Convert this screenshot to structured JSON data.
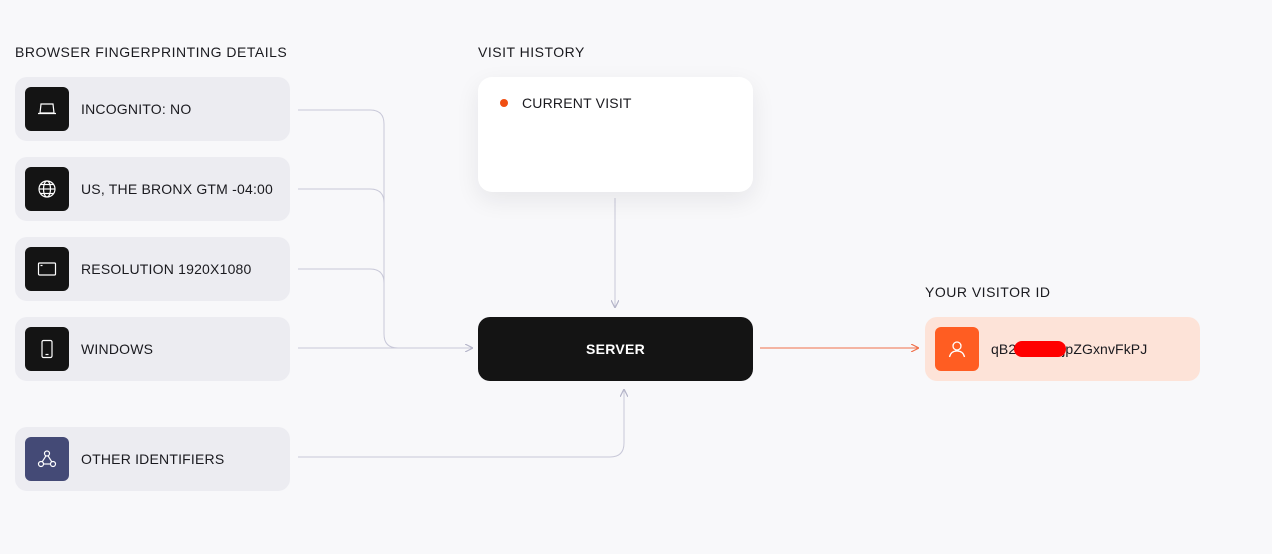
{
  "sections": {
    "fingerprinting_title": "BROWSER FINGERPRINTING DETAILS",
    "visit_history_title": "VISIT HISTORY",
    "visitor_id_title": "YOUR VISITOR ID"
  },
  "fingerprint_items": [
    {
      "label": "INCOGNITO: NO",
      "icon": "laptop-icon"
    },
    {
      "label": "US, THE BRONX GTM -04:00",
      "icon": "globe-icon"
    },
    {
      "label": "RESOLUTION 1920X1080",
      "icon": "screen-icon"
    },
    {
      "label": "WINDOWS",
      "icon": "phone-icon"
    },
    {
      "label": "OTHER IDENTIFIERS",
      "icon": "network-icon"
    }
  ],
  "visit_history": {
    "current_visit_label": "CURRENT VISIT",
    "dot_color": "#f04e12"
  },
  "server": {
    "label": "SERVER"
  },
  "visitor": {
    "id_prefix": "qB2",
    "id_suffix": "jpZGxnvFkPJ",
    "icon": "user-icon",
    "accent_color": "#ff5d22"
  }
}
